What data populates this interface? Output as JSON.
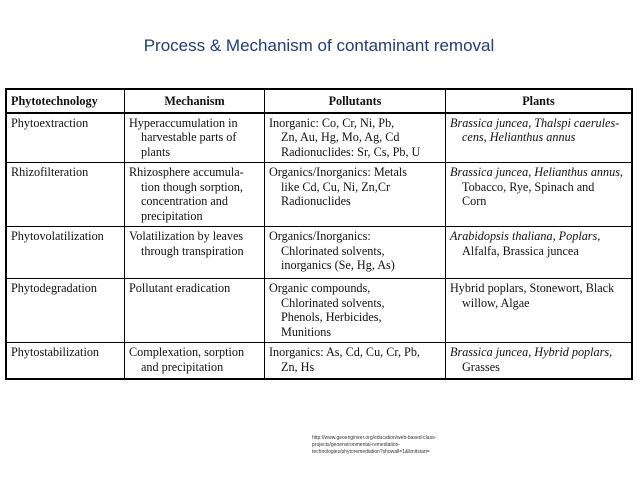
{
  "title": "Process & Mechanism of contaminant removal",
  "table": {
    "headers": [
      "Phytotechnology",
      "Mechanism",
      "Pollutants",
      "Plants"
    ],
    "rows": [
      {
        "tech": "Phytoextraction",
        "mechanism": [
          "Hyperaccumulation in",
          "harvestable parts of",
          "plants"
        ],
        "pollutants": [
          "Inorganic: Co, Cr, Ni, Pb,",
          "Zn, Au, Hg, Mo, Ag, Cd",
          "Radionuclides: Sr, Cs, Pb, U"
        ],
        "plants": [
          {
            "text": "Brassica juncea, Thalspi caerules-",
            "italic": true
          },
          {
            "text": "cens, Helianthus annus",
            "italic": true
          }
        ]
      },
      {
        "tech": "Rhizofilteration",
        "mechanism": [
          "Rhizosphere accumula-",
          "tion though sorption,",
          "concentration and",
          "precipitation"
        ],
        "pollutants": [
          "Organics/Inorganics: Metals",
          "like Cd, Cu, Ni, Zn,Cr",
          "Radionuclides"
        ],
        "plants": [
          {
            "text": "Brassica juncea, Helianthus annus,",
            "italic": true
          },
          {
            "text": "Tobacco, Rye, Spinach and",
            "italic": false
          },
          {
            "text": "Corn",
            "italic": false
          }
        ]
      },
      {
        "tech": "Phytovolatilization",
        "mechanism": [
          "Volatilization by leaves",
          "through transpiration"
        ],
        "pollutants": [
          "Organics/Inorganics:",
          "Chlorinated solvents,",
          "inorganics (Se, Hg, As)"
        ],
        "plants": [
          {
            "text": "Arabidopsis thaliana, Poplars,",
            "italic": true
          },
          {
            "text": "Alfalfa, Brassica juncea",
            "italic": false
          }
        ]
      },
      {
        "tech": "Phytodegradation",
        "mechanism": [
          "Pollutant eradication"
        ],
        "pollutants": [
          "Organic compounds,",
          "Chlorinated solvents,",
          "Phenols, Herbicides,",
          "Munitions"
        ],
        "plants": [
          {
            "text": "Hybrid poplars, Stonewort, Black",
            "italic": false
          },
          {
            "text": "willow, Algae",
            "italic": false
          }
        ]
      },
      {
        "tech": "Phytostabilization",
        "mechanism": [
          "Complexation, sorption",
          "and precipitation"
        ],
        "pollutants": [
          "Inorganics: As, Cd, Cu, Cr, Pb,",
          "Zn, Hs"
        ],
        "plants": [
          {
            "text": "Brassica juncea, Hybrid poplars,",
            "italic": true
          },
          {
            "text": "Grasses",
            "italic": false
          }
        ]
      }
    ]
  },
  "source": [
    "http://www.geoengineer.org/education/web-based-class-",
    "projects/geoenvironmental-remediation-",
    "technologies/phytoremediation?showall=1&limitstart="
  ]
}
